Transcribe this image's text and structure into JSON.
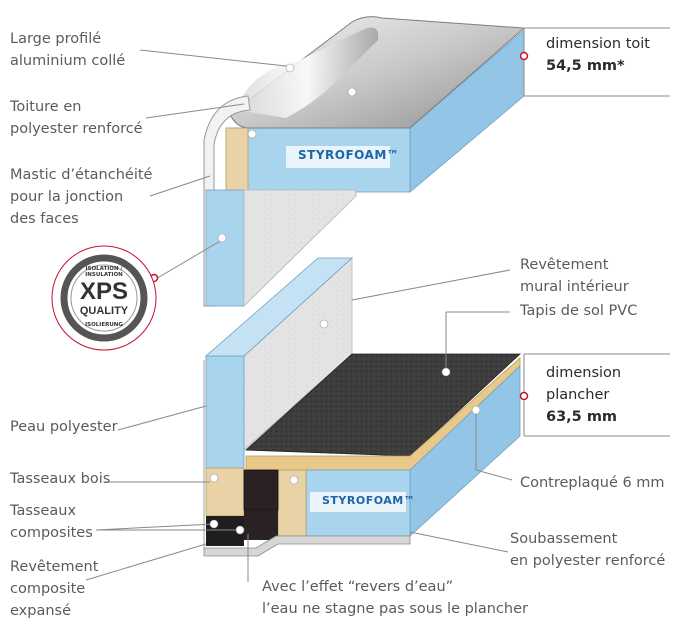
{
  "labels": {
    "large_profile": "Large profilé\naluminium collé",
    "roof": "Toiture en\npolyester renforcé",
    "mastic": "Mastic d’étanchéité\npour la jonction\ndes faces",
    "wall_covering": "Revêtement\nmural intérieur",
    "floor_mat": "Tapis de sol PVC",
    "polyester_skin": "Peau polyester",
    "wood_battens": "Tasseaux bois",
    "composite_battens": "Tasseaux\ncomposites",
    "expanded_composite": "Revêtement\ncomposite\nexpansé",
    "plywood": "Contreplaqué 6 mm",
    "underbody": "Soubassement\nen polyester renforcé",
    "water_effect": "Avec l’effet “revers d’eau”\nl’eau ne stagne pas sous le plancher"
  },
  "dimensions": {
    "roof_label": "dimension toit",
    "roof_value": "54,5 mm*",
    "floor_label_1": "dimension",
    "floor_label_2": "plancher",
    "floor_value": "63,5 mm"
  },
  "brand": {
    "styrofoam_top": "STYROFOAM™",
    "styrofoam_bottom": "STYROFOAM™"
  },
  "badge": {
    "ring_top": "ISOLATION / INSULATION",
    "ring_bottom": "ISOLIERUNG",
    "main": "XPS",
    "sub": "QUALITY"
  },
  "colors": {
    "foam": "#a9d4ee",
    "foam_dark": "#8ec3e3",
    "wood": "#e8d2a6",
    "floor_dark": "#3a3a3a",
    "wall_gray": "#e6e6e6",
    "accent_red": "#c8102e"
  }
}
